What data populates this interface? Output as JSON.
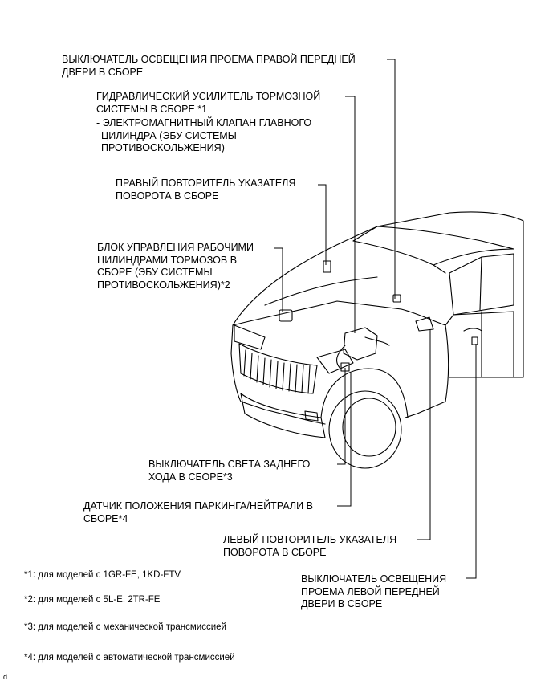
{
  "labels": {
    "right_door_light_switch": [
      "ВЫКЛЮЧАТЕЛЬ ОСВЕЩЕНИЯ ПРОЕМА ПРАВОЙ ПЕРЕДНЕЙ",
      "ДВЕРИ В СБОРЕ"
    ],
    "hydraulic_booster": [
      "ГИДРАВЛИЧЕСКИЙ УСИЛИТЕЛЬ ТОРМОЗНОЙ",
      "СИСТЕМЫ В СБОРЕ *1"
    ],
    "hydraulic_booster_sub": [
      "- ЭЛЕКТРОМАГНИТНЫЙ КЛАПАН ГЛАВНОГО",
      "ЦИЛИНДРА (ЭБУ СИСТЕМЫ",
      "ПРОТИВОСКОЛЬЖЕНИЯ)"
    ],
    "right_turn_repeater": [
      "ПРАВЫЙ ПОВТОРИТЕЛЬ УКАЗАТЕЛЯ",
      "ПОВОРОТА В СБОРЕ"
    ],
    "brake_actuator_ecu": [
      "БЛОК УПРАВЛЕНИЯ РАБОЧИМИ",
      "ЦИЛИНДРАМИ ТОРМОЗОВ В",
      "СБОРЕ (ЭБУ СИСТЕМЫ",
      "ПРОТИВОСКОЛЬЖЕНИЯ)*2"
    ],
    "backup_light_switch": [
      "ВЫКЛЮЧАТЕЛЬ СВЕТА ЗАДНЕГО",
      "ХОДА В СБОРЕ*3"
    ],
    "park_neutral_sensor": [
      "ДАТЧИК ПОЛОЖЕНИЯ ПАРКИНГА/НЕЙТРАЛИ В",
      "СБОРЕ*4"
    ],
    "left_turn_repeater": [
      "ЛЕВЫЙ ПОВТОРИТЕЛЬ УКАЗАТЕЛЯ",
      "ПОВОРОТА В СБОРЕ"
    ],
    "left_door_light_switch": [
      "ВЫКЛЮЧАТЕЛЬ ОСВЕЩЕНИЯ",
      "ПРОЕМА ЛЕВОЙ ПЕРЕДНЕЙ",
      "ДВЕРИ В СБОРЕ"
    ]
  },
  "notes": [
    "*1: для моделей с 1GR-FE, 1KD-FTV",
    "*2: для моделей с 5L-E, 2TR-FE",
    "*3: для моделей с механической трансмиссией",
    "*4: для моделей с автоматической трансмиссией"
  ],
  "corner_mark": "d"
}
